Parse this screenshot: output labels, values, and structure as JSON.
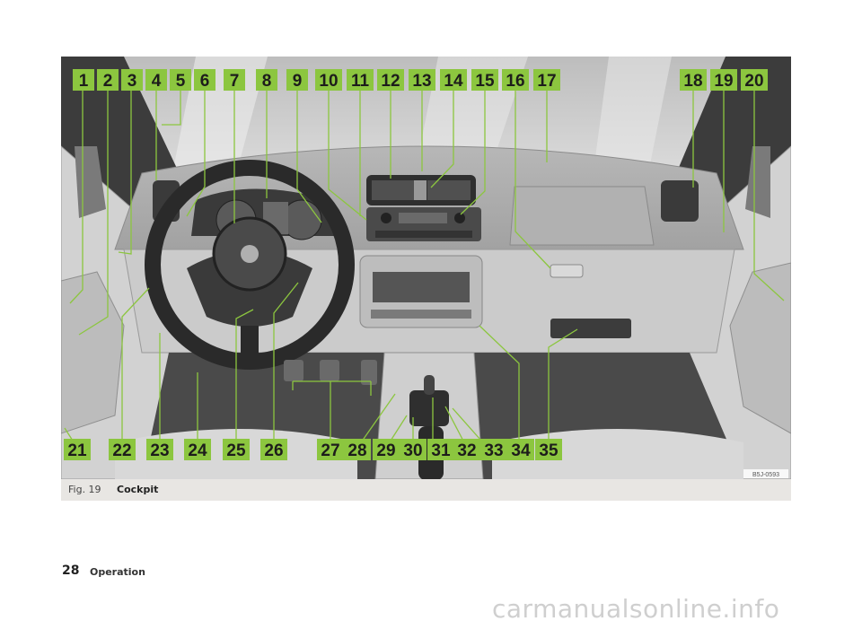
{
  "figure": {
    "label": "Fig. 19",
    "title": "Cockpit",
    "image_code": "B5J-0593",
    "callouts_top": [
      "1",
      "2",
      "3",
      "4",
      "5",
      "6",
      "7",
      "8",
      "9",
      "10",
      "11",
      "12",
      "13",
      "14",
      "15",
      "16",
      "17",
      "18",
      "19",
      "20"
    ],
    "callouts_bottom": [
      "21",
      "22",
      "23",
      "24",
      "25",
      "26",
      "27",
      "28",
      "29",
      "30",
      "31",
      "32",
      "33",
      "34",
      "35"
    ]
  },
  "page": {
    "number": "28",
    "section": "Operation"
  },
  "watermark": "carmanualsonline.info"
}
